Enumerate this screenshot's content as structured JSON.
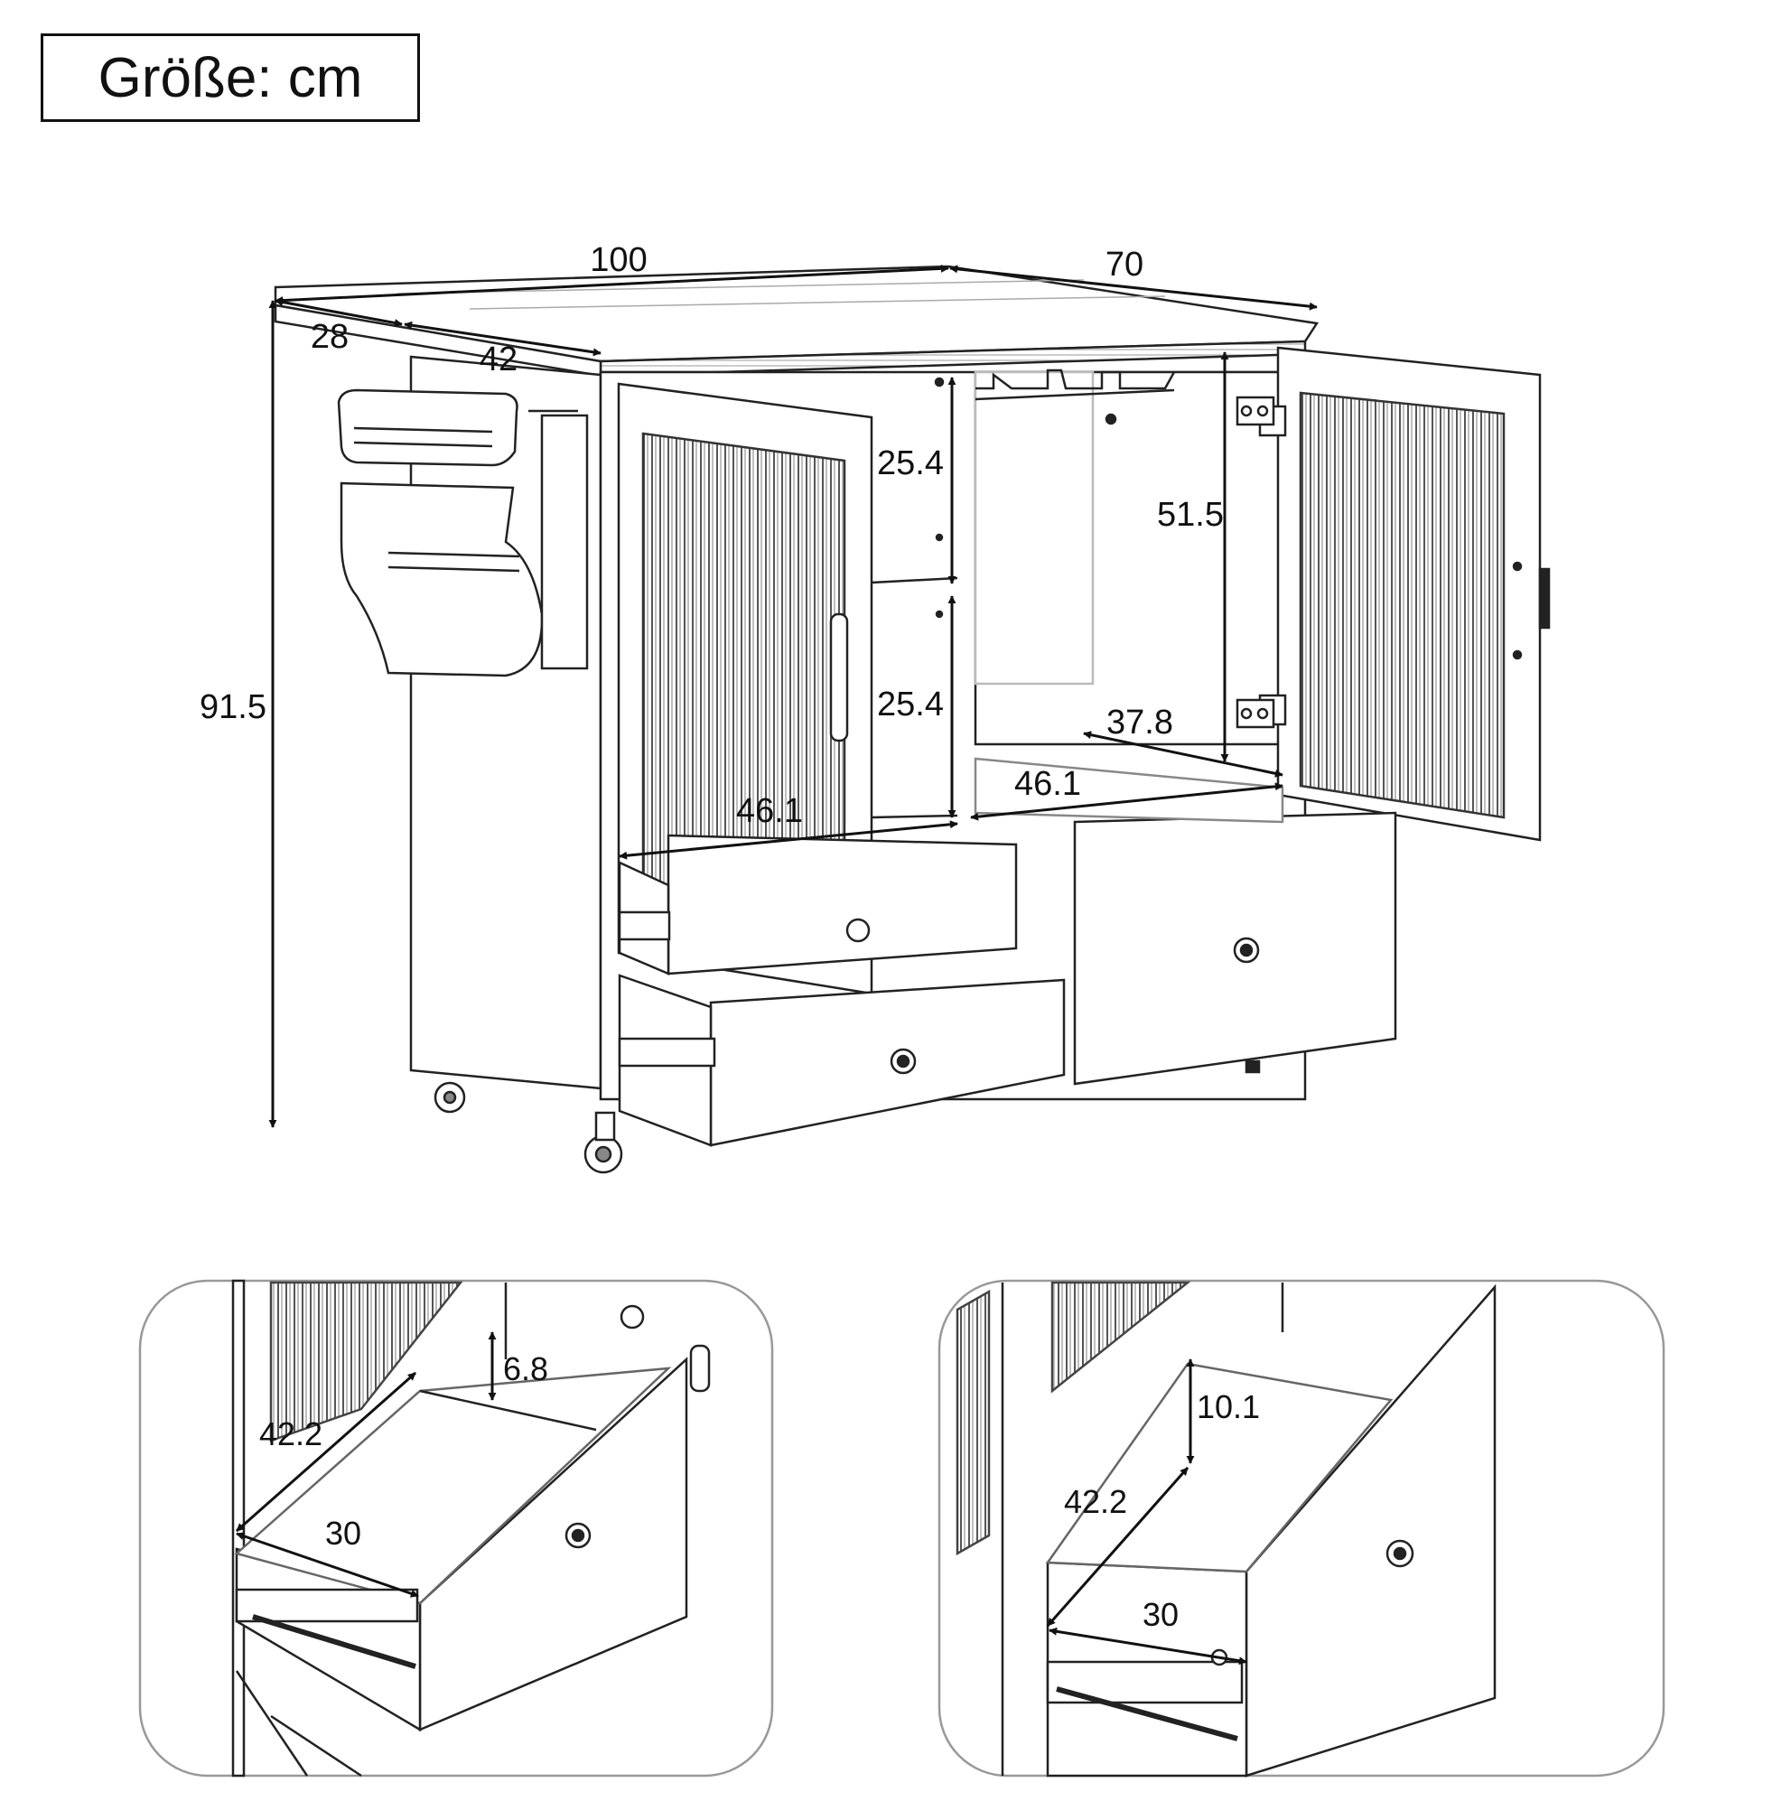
{
  "unit_label": "Größe: cm",
  "main_view": {
    "overall_width": "100",
    "overall_depth": "70",
    "side_shelf_depth": "28",
    "top_depth_segment": "42",
    "overall_height": "91.5",
    "upper_shelf_height": "25.4",
    "lower_shelf_height": "25.4",
    "right_cabinet_height": "51.5",
    "right_cabinet_depth": "37.8",
    "left_cabinet_width": "46.1",
    "right_cabinet_width": "46.1"
  },
  "detail_left": {
    "drawer_height": "6.8",
    "drawer_depth": "42.2",
    "drawer_width": "30"
  },
  "detail_right": {
    "drawer_height": "10.1",
    "drawer_depth": "42.2",
    "drawer_width": "30"
  }
}
